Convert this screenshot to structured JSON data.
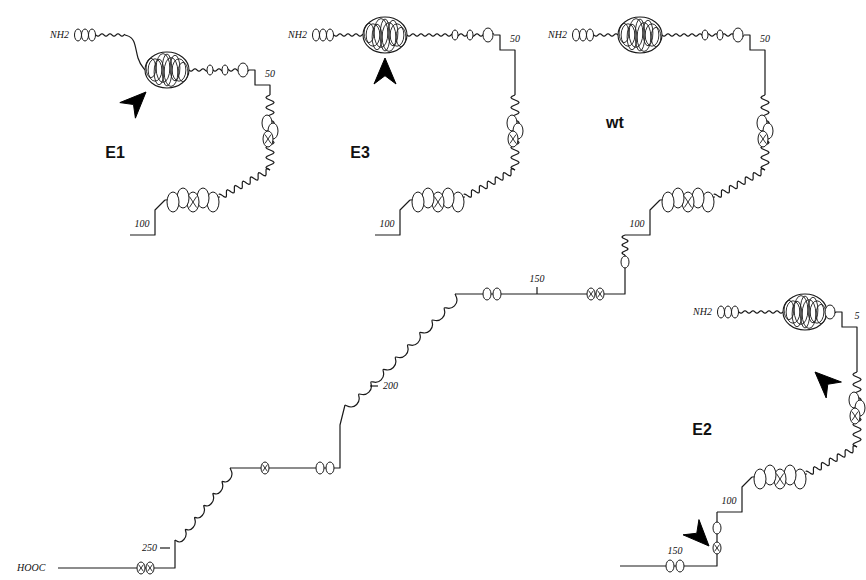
{
  "diagram": {
    "labels": [
      "NH2",
      "NH2",
      "NH2",
      "50",
      "50",
      "50",
      "E1",
      "E3",
      "wt",
      "100",
      "100",
      "100",
      "150",
      "NH2",
      "5",
      "E2",
      "200",
      "100",
      "150",
      "250",
      "HOOC"
    ]
  }
}
